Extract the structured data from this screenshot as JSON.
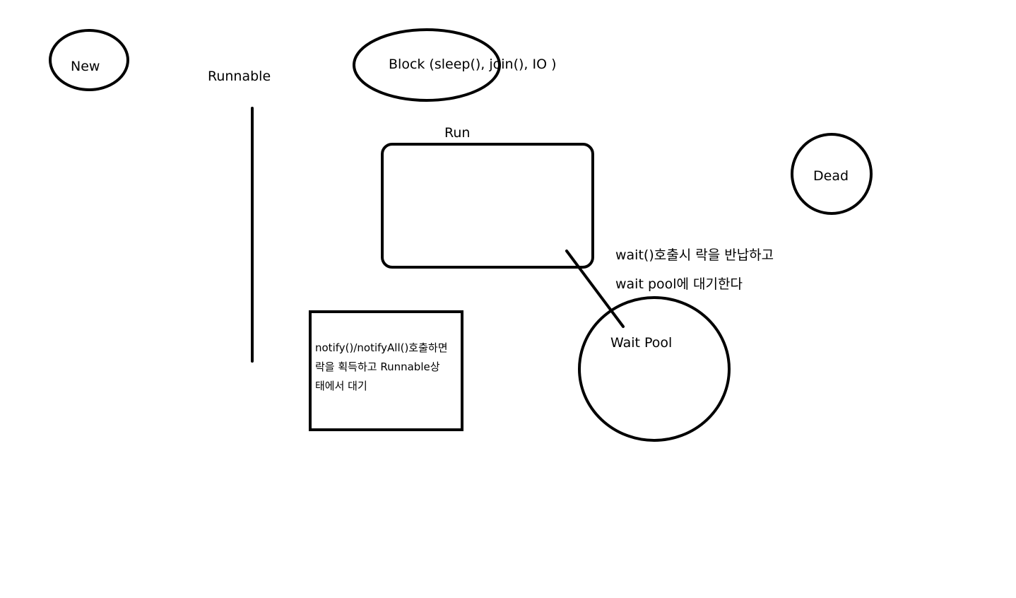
{
  "diagram": {
    "stroke_color": "#000000",
    "background_color": "#ffffff",
    "states": {
      "new": "New",
      "runnable": "Runnable",
      "block": "Block (sleep(), join(), IO )",
      "run": "Run",
      "dead": "Dead",
      "wait_pool": "Wait Pool"
    },
    "notes": {
      "wait_line1": "wait()호출시 락을 반납하고",
      "wait_line2": "wait pool에 대기한다",
      "notify_line1": "notify()/notifyAll()호출하면",
      "notify_line2": "락을 획득하고 Runnable상",
      "notify_line3": "태에서 대기"
    }
  }
}
